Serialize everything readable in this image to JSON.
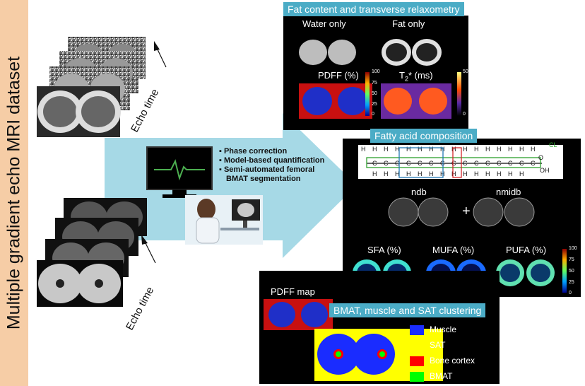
{
  "dataset_title": "Multiple gradient echo MRI dataset",
  "echo_time_label": "Echo time",
  "processing_steps": [
    "Phase correction",
    "Model-based quantification",
    "Semi-automated femoral",
    "BMAT segmentation"
  ],
  "panel_fat": {
    "title": "Fat content and transverse relaxometry",
    "water_label": "Water only",
    "fat_label": "Fat only",
    "pdff_label": "PDFF (%)",
    "t2_label_main": "T",
    "t2_label_sub": "2",
    "t2_label_rest": "* (ms)",
    "pdff_ticks": [
      "100",
      "75",
      "50",
      "25",
      "0"
    ],
    "t2_ticks": [
      "50",
      "0"
    ]
  },
  "panel_fa": {
    "title": "Fatty acid composition",
    "cl_label": "CL",
    "oh_label": "OH",
    "o_label": "O",
    "ndb_label": "ndb",
    "plus": "+",
    "nmidb_label": "nmidb",
    "sfa_label": "SFA (%)",
    "mufa_label": "MUFA (%)",
    "pufa_label": "PUFA (%)",
    "ticks": [
      "100",
      "75",
      "50",
      "25",
      "0"
    ]
  },
  "panel_cluster": {
    "title": "BMAT, muscle and  SAT clustering",
    "pdff_map_label": "PDFF map",
    "legend": [
      {
        "label": "Muscle",
        "color": "#1a2cff"
      },
      {
        "label": "SAT",
        "color": "#ffff00"
      },
      {
        "label": "Bone cortex",
        "color": "#ff0000"
      },
      {
        "label": "BMAT",
        "color": "#00ff00"
      }
    ]
  }
}
